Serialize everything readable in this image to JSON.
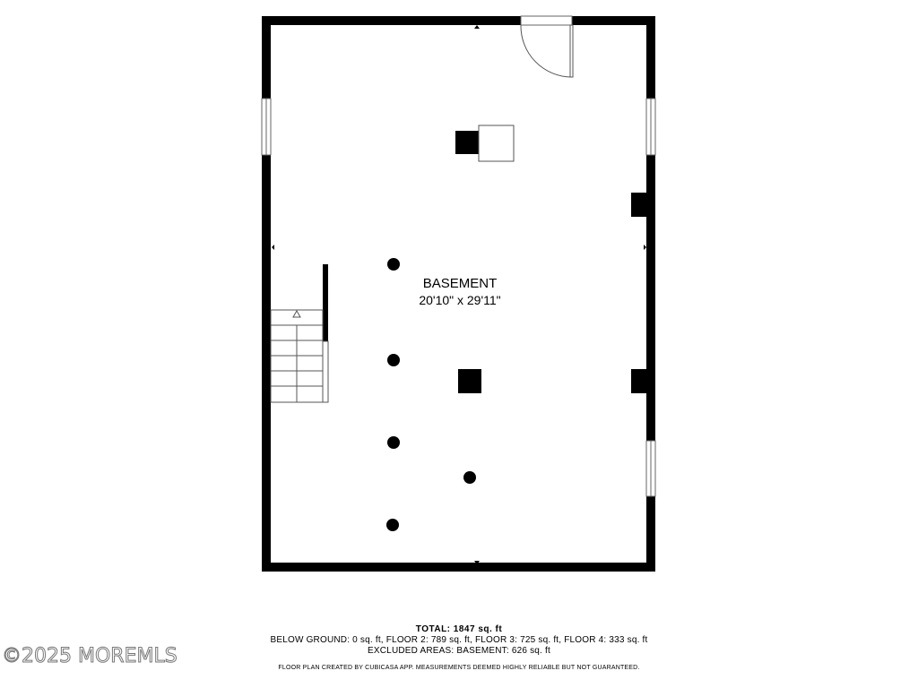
{
  "room": {
    "name": "BASEMENT",
    "dimensions": "20'10\" x 29'11\""
  },
  "summary": {
    "total": "TOTAL: 1847 sq. ft",
    "below_ground": "BELOW GROUND: 0 sq. ft, FLOOR 2: 789 sq. ft, FLOOR 3: 725 sq. ft, FLOOR 4: 333 sq. ft",
    "excluded": "EXCLUDED AREAS: BASEMENT: 626 sq. ft",
    "disclaimer": "FLOOR PLAN CREATED BY CUBICASA APP. MEASUREMENTS DEEMED HIGHLY RELIABLE BUT NOT GUARANTEED."
  },
  "watermark": "©2025 MOREMLS",
  "colors": {
    "wall": "#000000",
    "floor": "#ffffff",
    "line": "#555555"
  }
}
